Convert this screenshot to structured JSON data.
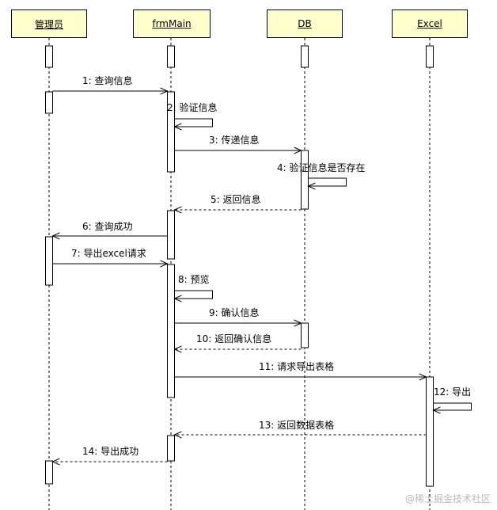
{
  "participants": [
    {
      "id": "admin",
      "label": "管理员"
    },
    {
      "id": "frmMain",
      "label": "frmMain"
    },
    {
      "id": "db",
      "label": "DB"
    },
    {
      "id": "excel",
      "label": "Excel"
    }
  ],
  "messages": [
    {
      "label": "1: 查询信息",
      "from": "admin",
      "to": "frmMain",
      "style": "sync"
    },
    {
      "label": "2: 验证信息",
      "from": "frmMain",
      "to": "frmMain",
      "style": "self"
    },
    {
      "label": "3: 传递信息",
      "from": "frmMain",
      "to": "db",
      "style": "sync"
    },
    {
      "label": "4: 验证信息是否存在",
      "from": "db",
      "to": "db",
      "style": "self"
    },
    {
      "label": "5: 返回信息",
      "from": "db",
      "to": "frmMain",
      "style": "return"
    },
    {
      "label": "6: 查询成功",
      "from": "frmMain",
      "to": "admin",
      "style": "sync"
    },
    {
      "label": "7: 导出excel请求",
      "from": "admin",
      "to": "frmMain",
      "style": "sync"
    },
    {
      "label": "8: 预览",
      "from": "frmMain",
      "to": "frmMain",
      "style": "self"
    },
    {
      "label": "9: 确认信息",
      "from": "frmMain",
      "to": "db",
      "style": "sync"
    },
    {
      "label": "10: 返回确认信息",
      "from": "db",
      "to": "frmMain",
      "style": "return"
    },
    {
      "label": "11: 请求导出表格",
      "from": "frmMain",
      "to": "excel",
      "style": "sync"
    },
    {
      "label": "12: 导出",
      "from": "excel",
      "to": "excel",
      "style": "self"
    },
    {
      "label": "13: 返回数据表格",
      "from": "excel",
      "to": "frmMain",
      "style": "return"
    },
    {
      "label": "14: 导出成功",
      "from": "frmMain",
      "to": "admin",
      "style": "return"
    }
  ],
  "watermark": "@稀土掘金技术社区"
}
